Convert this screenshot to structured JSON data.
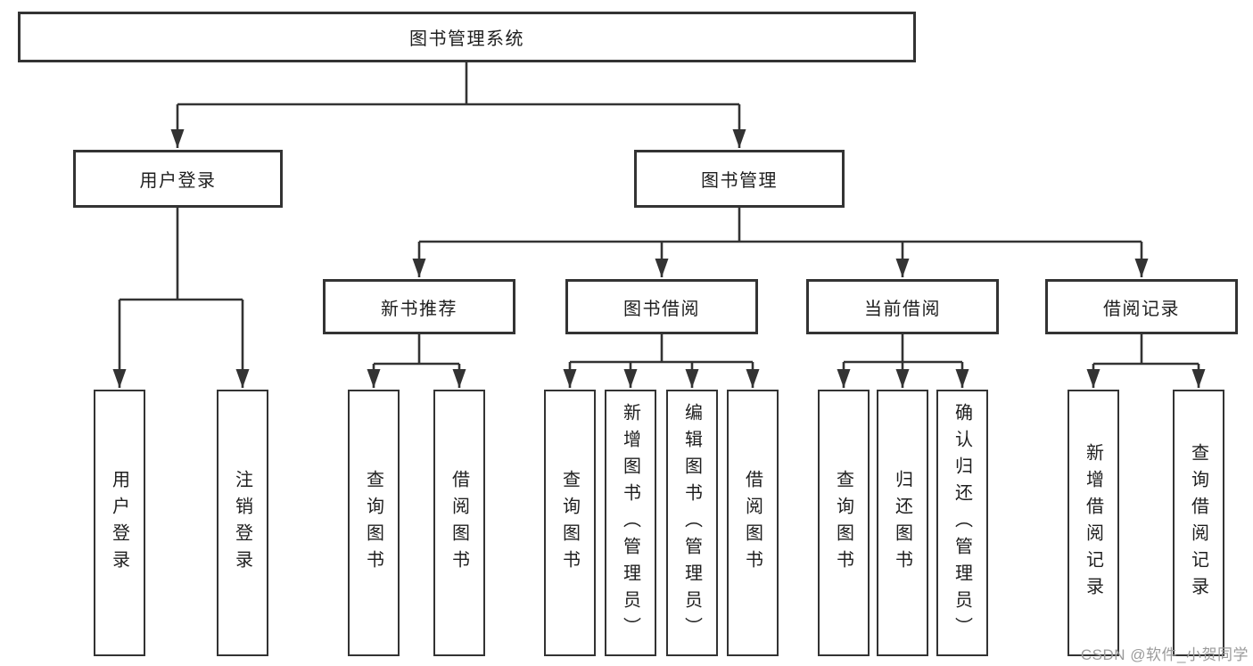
{
  "tree": {
    "root": "图书管理系统",
    "children": [
      {
        "label": "用户登录",
        "children": [
          {
            "label": "用户登录"
          },
          {
            "label": "注销登录"
          }
        ]
      },
      {
        "label": "图书管理",
        "children": [
          {
            "label": "新书推荐",
            "children": [
              {
                "label": "查询图书"
              },
              {
                "label": "借阅图书"
              }
            ]
          },
          {
            "label": "图书借阅",
            "children": [
              {
                "label": "查询图书"
              },
              {
                "label": "新增图书（管理员）"
              },
              {
                "label": "编辑图书（管理员）"
              },
              {
                "label": "借阅图书"
              }
            ]
          },
          {
            "label": "当前借阅",
            "children": [
              {
                "label": "查询图书"
              },
              {
                "label": "归还图书"
              },
              {
                "label": "确认归还（管理员）"
              }
            ]
          },
          {
            "label": "借阅记录",
            "children": [
              {
                "label": "新增借阅记录"
              },
              {
                "label": "查询借阅记录"
              }
            ]
          }
        ]
      }
    ]
  },
  "watermark": "CSDN @软件_小贺同学",
  "colors": {
    "line": "#333333",
    "box_border": "#333333",
    "box_fill": "#ffffff",
    "text": "#1e1e1e",
    "watermark": "#9b9b9b",
    "background": "#ffffff"
  }
}
